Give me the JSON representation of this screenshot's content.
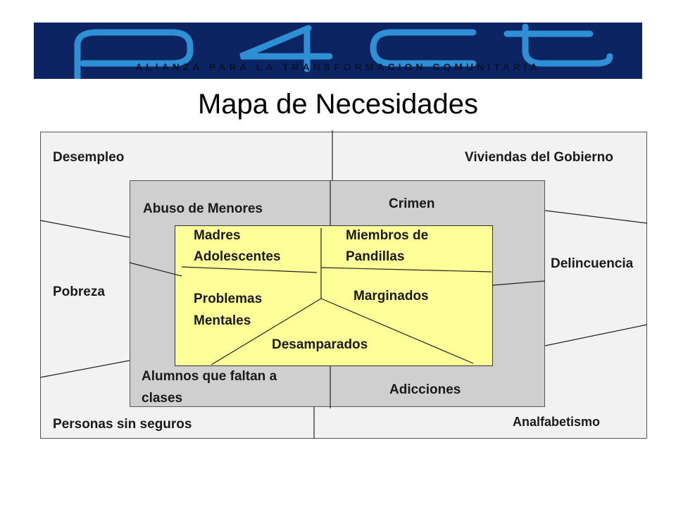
{
  "banner": {
    "logo_text": "p4ct",
    "tagline": "ALIANZA PARA LA TRANSFORMACION COMUNITARIA",
    "colors": {
      "background": "#0c2462",
      "logo": "#2f8fd4",
      "tagline": "#08142f"
    }
  },
  "title": "Mapa de Necesidades",
  "outer": {
    "desempleo": "Desempleo",
    "viviendas": "Viviendas del Gobierno",
    "pobreza": "Pobreza",
    "delincuencia": "Delincuencia",
    "personas": "Personas sin seguros",
    "analfabetismo": "Analfabetismo"
  },
  "middle": {
    "abuso": "Abuso de Menores",
    "crimen": "Crimen",
    "alumnos_1": "Alumnos que faltan a",
    "alumnos_2": "clases",
    "adicciones": "Adicciones"
  },
  "inner": {
    "madres_1": "Madres",
    "madres_2": "Adolescentes",
    "miembros_1": "Miembros de",
    "miembros_2": "Pandillas",
    "problemas_1": "Problemas",
    "problemas_2": "Mentales",
    "marginados": "Marginados",
    "desamparados": "Desamparados"
  },
  "colors": {
    "outer_box": "#f2f2f2",
    "middle_box": "#cfcfcf",
    "inner_box": "#ffff99"
  }
}
